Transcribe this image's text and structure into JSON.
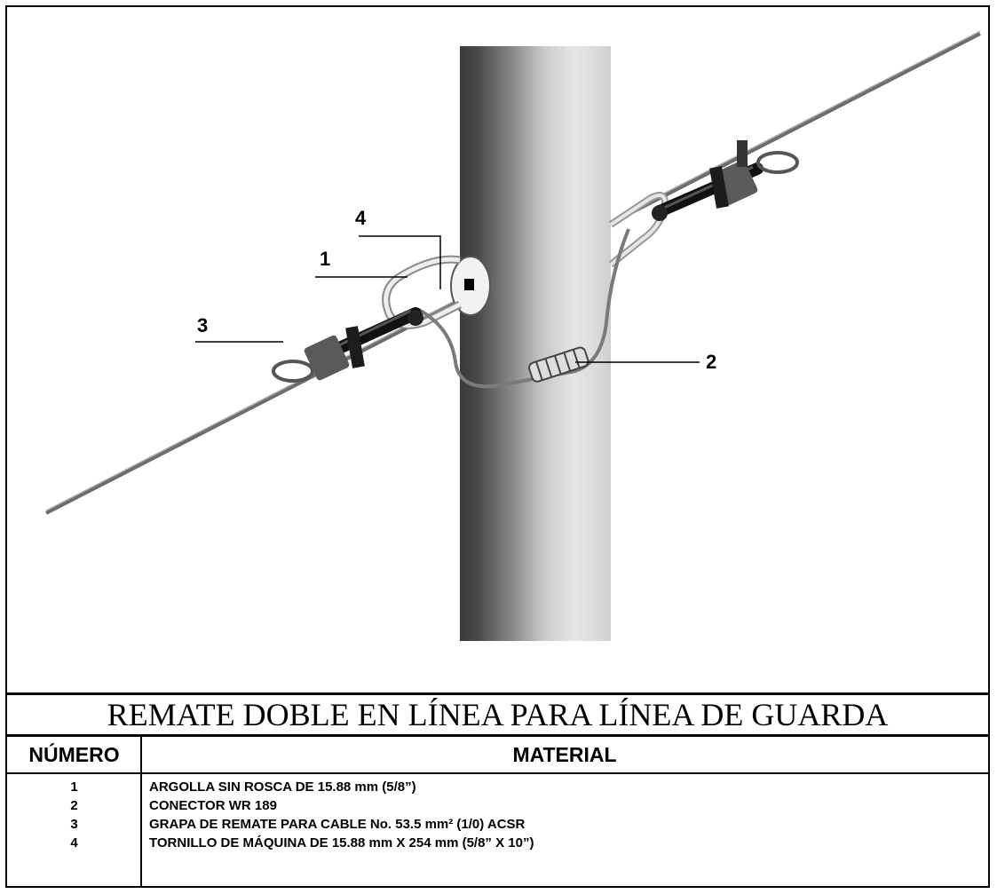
{
  "title": "REMATE DOBLE EN LÍNEA PARA LÍNEA DE GUARDA",
  "callouts": [
    "1",
    "2",
    "3",
    "4"
  ],
  "table": {
    "headers": {
      "number": "NÚMERO",
      "material": "MATERIAL"
    },
    "rows": [
      {
        "number": "1",
        "material": "ARGOLLA SIN ROSCA DE 15.88 mm (5/8”)"
      },
      {
        "number": "2",
        "material": "CONECTOR WR 189"
      },
      {
        "number": "3",
        "material": "GRAPA DE REMATE PARA CABLE No. 53.5 mm² (1/0) ACSR"
      },
      {
        "number": "4",
        "material": "TORNILLO DE MÁQUINA DE 15.88 mm X 254 mm (5/8” X 10”)"
      }
    ]
  }
}
